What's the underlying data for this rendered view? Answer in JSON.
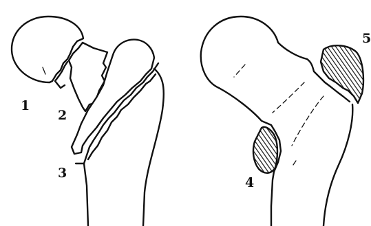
{
  "left_diagram": {
    "labels": [
      "1",
      "2",
      "3"
    ]
  },
  "right_diagram": {
    "labels": [
      "4",
      "5"
    ]
  }
}
